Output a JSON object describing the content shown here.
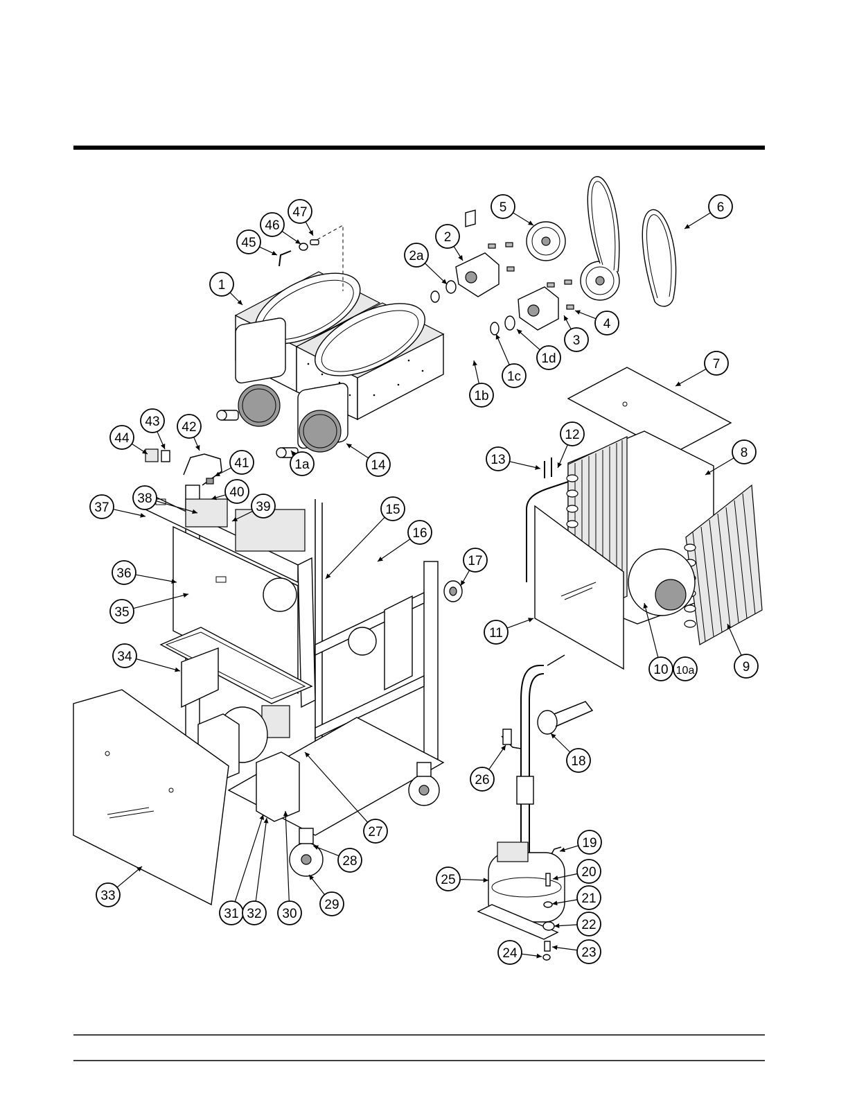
{
  "callouts": [
    {
      "id": "1",
      "label": "1"
    },
    {
      "id": "1a",
      "label": "1a"
    },
    {
      "id": "1b",
      "label": "1b"
    },
    {
      "id": "1c",
      "label": "1c"
    },
    {
      "id": "1d",
      "label": "1d"
    },
    {
      "id": "2",
      "label": "2"
    },
    {
      "id": "2a",
      "label": "2a"
    },
    {
      "id": "3",
      "label": "3"
    },
    {
      "id": "4",
      "label": "4"
    },
    {
      "id": "5",
      "label": "5"
    },
    {
      "id": "6",
      "label": "6"
    },
    {
      "id": "7",
      "label": "7"
    },
    {
      "id": "8",
      "label": "8"
    },
    {
      "id": "9",
      "label": "9"
    },
    {
      "id": "10",
      "label": "10"
    },
    {
      "id": "10a",
      "label": "10a"
    },
    {
      "id": "11",
      "label": "11"
    },
    {
      "id": "12",
      "label": "12"
    },
    {
      "id": "13",
      "label": "13"
    },
    {
      "id": "14",
      "label": "14"
    },
    {
      "id": "15",
      "label": "15"
    },
    {
      "id": "16",
      "label": "16"
    },
    {
      "id": "17",
      "label": "17"
    },
    {
      "id": "18",
      "label": "18"
    },
    {
      "id": "19",
      "label": "19"
    },
    {
      "id": "20",
      "label": "20"
    },
    {
      "id": "21",
      "label": "21"
    },
    {
      "id": "22",
      "label": "22"
    },
    {
      "id": "23",
      "label": "23"
    },
    {
      "id": "24",
      "label": "24"
    },
    {
      "id": "25",
      "label": "25"
    },
    {
      "id": "26",
      "label": "26"
    },
    {
      "id": "27",
      "label": "27"
    },
    {
      "id": "28",
      "label": "28"
    },
    {
      "id": "29",
      "label": "29"
    },
    {
      "id": "30",
      "label": "30"
    },
    {
      "id": "31",
      "label": "31"
    },
    {
      "id": "32",
      "label": "32"
    },
    {
      "id": "33",
      "label": "33"
    },
    {
      "id": "34",
      "label": "34"
    },
    {
      "id": "35",
      "label": "35"
    },
    {
      "id": "36",
      "label": "36"
    },
    {
      "id": "37",
      "label": "37"
    },
    {
      "id": "38",
      "label": "38"
    },
    {
      "id": "39",
      "label": "39"
    },
    {
      "id": "40",
      "label": "40"
    },
    {
      "id": "41",
      "label": "41"
    },
    {
      "id": "42",
      "label": "42"
    },
    {
      "id": "43",
      "label": "43"
    },
    {
      "id": "44",
      "label": "44"
    },
    {
      "id": "45",
      "label": "45"
    },
    {
      "id": "46",
      "label": "46"
    },
    {
      "id": "47",
      "label": "47"
    }
  ]
}
